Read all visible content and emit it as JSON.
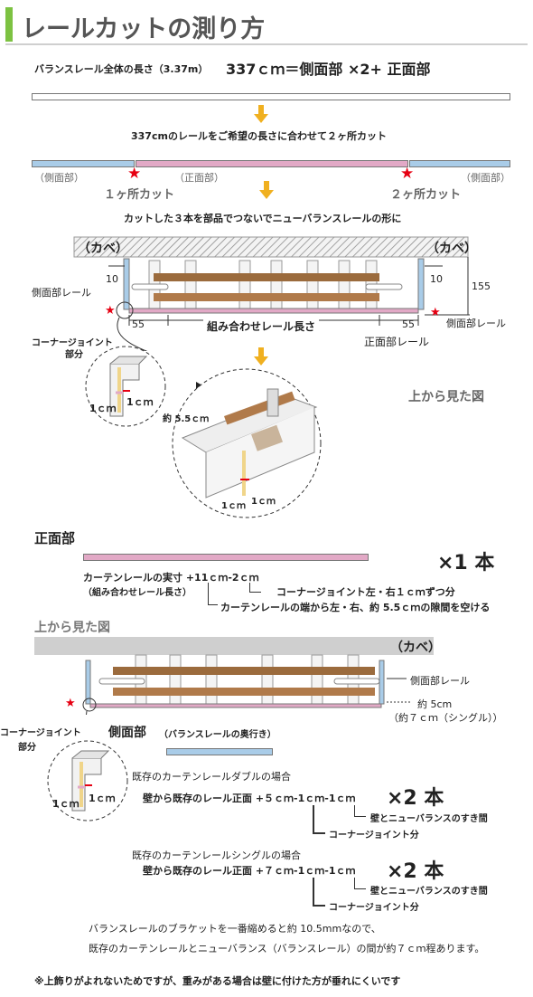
{
  "title": "レールカットの測り方",
  "section1": {
    "length_label": "バランスレール全体の長さ（3.37m）",
    "formula": "337ｃｍ＝側面部 ×2+ 正面部",
    "cut_instruction": "337cmのレールをご希望の長さに合わせて２ヶ所カット",
    "left_piece": "（側面部）",
    "center_piece": "（正面部）",
    "right_piece": "（側面部）",
    "cut1": "１ヶ所カット",
    "cut2": "２ヶ所カット",
    "join_instruction": "カットした３本を部品でつないでニューバランスレールの形に"
  },
  "diagram1": {
    "wall_left": "（カベ）",
    "wall_right": "（カベ）",
    "dim_10_left": "10",
    "dim_10_right": "10",
    "dim_155": "155",
    "dim_55_left": "55",
    "dim_55_right": "55",
    "side_rail_left": "側面部レール",
    "side_rail_right": "側面部レール",
    "combined_length": "組み合わせレール長さ",
    "front_rail": "正面部レール",
    "corner_joint": "コーナージョイント",
    "corner_joint_part": "部分",
    "cm1a": "1ｃｍ",
    "cm1b": "1ｃｍ",
    "approx_55": "約 5.5ｃｍ",
    "cm1c": "1ｃｍ",
    "cm1d": "1ｃｍ",
    "top_view": "上から見た図"
  },
  "front_section": {
    "heading": "正面部",
    "count": "×1 本",
    "formula": "カーテンレールの実寸 +11ｃｍ-2ｃｍ",
    "formula_sub": "（組み合わせレール長さ）",
    "note1": "コーナージョイント左・右１ｃｍずつ分",
    "note2": "カーテンレールの端から左・右、約 5.5ｃｍの隙間を空ける"
  },
  "top_view2": {
    "heading": "上から見た図",
    "wall": "（カベ）",
    "side_rail": "側面部レール",
    "approx_5": "約 5cm",
    "approx_7": "（約７ｃｍ（シングル））",
    "corner_joint": "コーナージョイント",
    "corner_joint_part": "部分",
    "cm1a": "1ｃｍ",
    "cm1b": "1ｃｍ"
  },
  "side_section": {
    "heading": "側面部",
    "heading_sub": "（バランスレールの奥行き）",
    "double_case": "既存のカーテンレールダブルの場合",
    "double_formula": "壁から既存のレール正面 +５ｃｍ-1ｃｍ-1ｃｍ",
    "double_count": "×2 本",
    "double_note1": "壁とニューバランスのすき間",
    "double_note2": "コーナージョイント分",
    "single_case": "既存のカーテンレールシングルの場合",
    "single_formula": "壁から既存のレール正面 +７ｃｍ-1ｃｍ-1ｃｍ",
    "single_count": "×2 本",
    "single_note1": "壁とニューバランスのすき間",
    "single_note2": "コーナージョイント分",
    "bracket_note1": "バランスレールのブラケットを一番縮めると約 10.5mmなので、",
    "bracket_note2": "既存のカーテンレールとニューバランス（バランスレール）の間が約７ｃｍ程あります。"
  },
  "footer_note": "※上飾りがよれないためですが、重みがある場合は壁に付けた方が垂れにくいです",
  "colors": {
    "accent_green": "#7dc242",
    "side_rail_blue": "#a9cce8",
    "front_rail_pink": "#e2a9c6",
    "arrow_yellow": "#f0b020",
    "star_red": "#e60012",
    "wood_brown": "#9b6b3d",
    "wall_gray": "#cfcfcf"
  }
}
